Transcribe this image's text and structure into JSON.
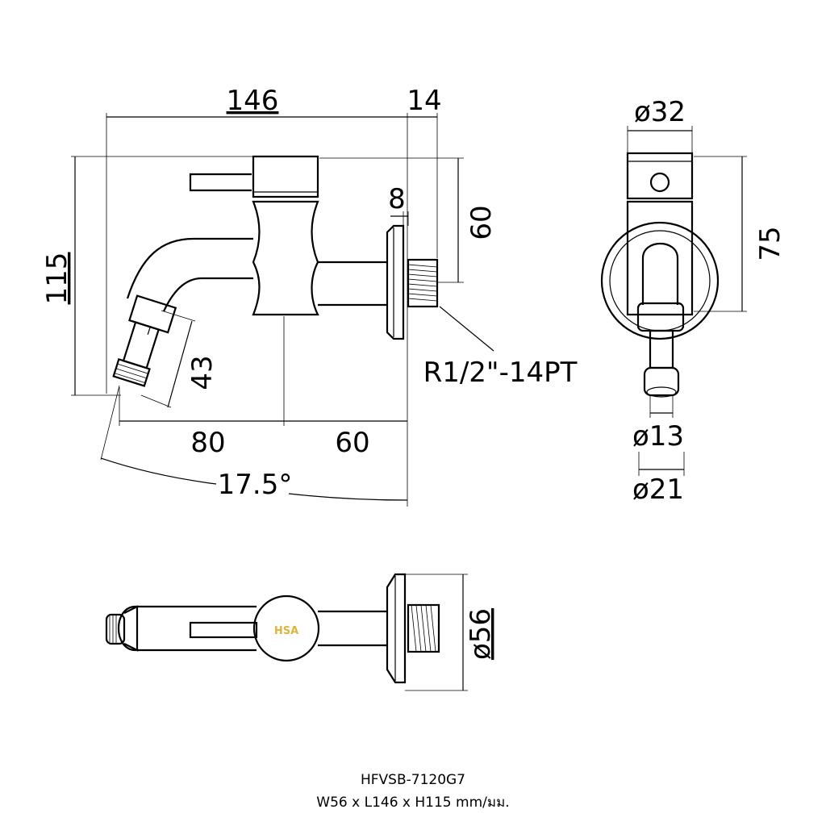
{
  "dimensions": {
    "length_overall": "146",
    "wall_offset": "14",
    "flange_thickness": "8",
    "thread_height": "60",
    "height_overall": "115",
    "spout_length": "43",
    "spout_reach": "80",
    "body_to_wall": "60",
    "spout_angle": "17.5°",
    "thread_spec": "R1/2\"-14PT",
    "handle_diameter": "ø32",
    "side_height": "75",
    "nozzle_diameter": "ø13",
    "nozzle_outer_diameter": "ø21",
    "flange_diameter": "ø56"
  },
  "logo": {
    "text": "HSA",
    "color": "#e0b43a"
  },
  "caption": {
    "model": "HFVSB-7120G7",
    "size": "W56 x L146 x H115 mm/มม."
  }
}
